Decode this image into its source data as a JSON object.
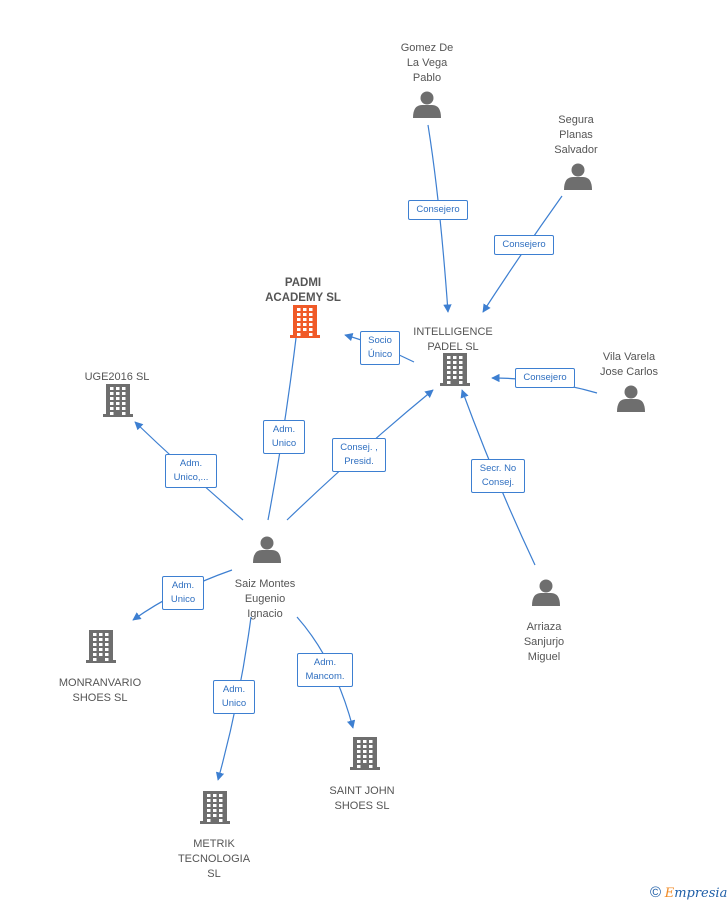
{
  "nodes": {
    "gomez": {
      "type": "person",
      "label": [
        "Gomez De",
        "La Vega",
        "Pablo"
      ]
    },
    "segura": {
      "type": "person",
      "label": [
        "Segura",
        "Planas",
        "Salvador"
      ]
    },
    "padmi": {
      "type": "company-main",
      "label": [
        "PADMI",
        "ACADEMY  SL"
      ]
    },
    "intelligence": {
      "type": "company",
      "label": [
        "INTELLIGENCE",
        "PADEL  SL"
      ]
    },
    "vila": {
      "type": "person",
      "label": [
        "Vila Varela",
        "Jose Carlos"
      ]
    },
    "uge": {
      "type": "company",
      "label": [
        "UGE2016  SL"
      ]
    },
    "saiz": {
      "type": "person",
      "label": [
        "Saiz Montes",
        "Eugenio",
        "Ignacio"
      ]
    },
    "arriaza": {
      "type": "person",
      "label": [
        "Arriaza",
        "Sanjurjo",
        "Miguel"
      ]
    },
    "monranvario": {
      "type": "company",
      "label": [
        "MONRANVARIO",
        "SHOES  SL"
      ]
    },
    "saintjohn": {
      "type": "company",
      "label": [
        "SAINT JOHN",
        "SHOES SL"
      ]
    },
    "metrik": {
      "type": "company",
      "label": [
        "METRIK",
        "TECNOLOGIA",
        "SL"
      ]
    }
  },
  "edges": [
    {
      "id": "gomez-intel",
      "label": [
        "Consejero"
      ]
    },
    {
      "id": "segura-intel",
      "label": [
        "Consejero"
      ]
    },
    {
      "id": "intel-padmi",
      "label": [
        "Socio",
        "Único"
      ]
    },
    {
      "id": "vila-intel",
      "label": [
        "Consejero"
      ]
    },
    {
      "id": "saiz-uge",
      "label": [
        "Adm.",
        "Unico,..."
      ]
    },
    {
      "id": "saiz-padmi",
      "label": [
        "Adm.",
        "Unico"
      ]
    },
    {
      "id": "saiz-intel",
      "label": [
        "Consej. ,",
        "Presid."
      ]
    },
    {
      "id": "arriaza-intel",
      "label": [
        "Secr.  No",
        "Consej."
      ]
    },
    {
      "id": "saiz-monran",
      "label": [
        "Adm.",
        "Unico"
      ]
    },
    {
      "id": "saiz-metrik",
      "label": [
        "Adm.",
        "Unico"
      ]
    },
    {
      "id": "saiz-saintjohn",
      "label": [
        "Adm.",
        "Mancom."
      ]
    }
  ],
  "colors": {
    "edge": "#3d7fd1",
    "node_gray": "#6e6e6e",
    "node_main": "#f05a28",
    "brand_blue": "#1f5fa8",
    "brand_orange": "#f08a24"
  },
  "footer": {
    "copyright_symbol": "©",
    "brand_first": "E",
    "brand_rest": "mpresia"
  }
}
